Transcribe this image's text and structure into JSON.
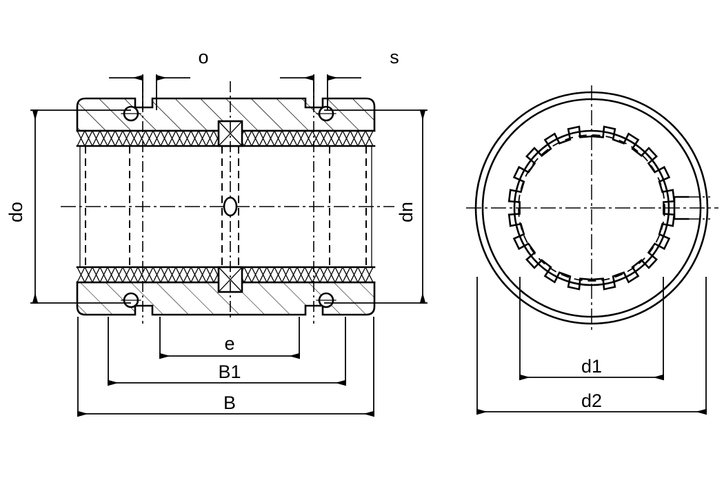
{
  "drawing": {
    "title": "Splined bushing cross-section and end view",
    "type": "engineering-technical-drawing",
    "background_color": "#ffffff",
    "line_color": "#000000",
    "views": [
      {
        "name": "cross-section",
        "position": "left"
      },
      {
        "name": "end-view",
        "position": "right"
      }
    ],
    "dimension_labels": {
      "o": "o",
      "s": "s",
      "do": "do",
      "dn": "dn",
      "e": "e",
      "b1": "B1",
      "b": "B",
      "d1": "d1",
      "d2": "d2"
    },
    "spline_count": 16,
    "notes": {
      "hatch_style": "diagonal-section-hatch",
      "liner_style": "cross-hatch-band"
    }
  }
}
